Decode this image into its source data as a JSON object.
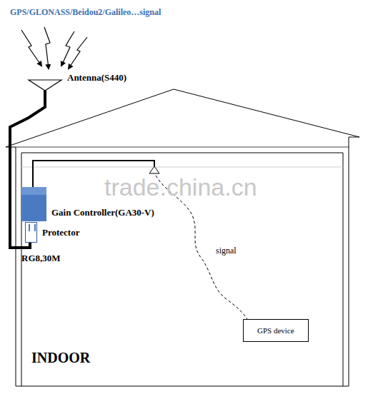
{
  "diagram": {
    "nodes": [
      {
        "text": [
          "Gain Controller(GA30-V)"
        ]
      },
      {
        "text": [
          "Protector"
        ]
      },
      {
        "text": [
          "GPS device"
        ]
      }
    ],
    "labels": [
      "GPS/GLONASS/Beidou2/Galileo…signal",
      "Antenna(S440)",
      "RG8,30M",
      "signal",
      "INDOOR",
      "trade.china.cn"
    ]
  }
}
